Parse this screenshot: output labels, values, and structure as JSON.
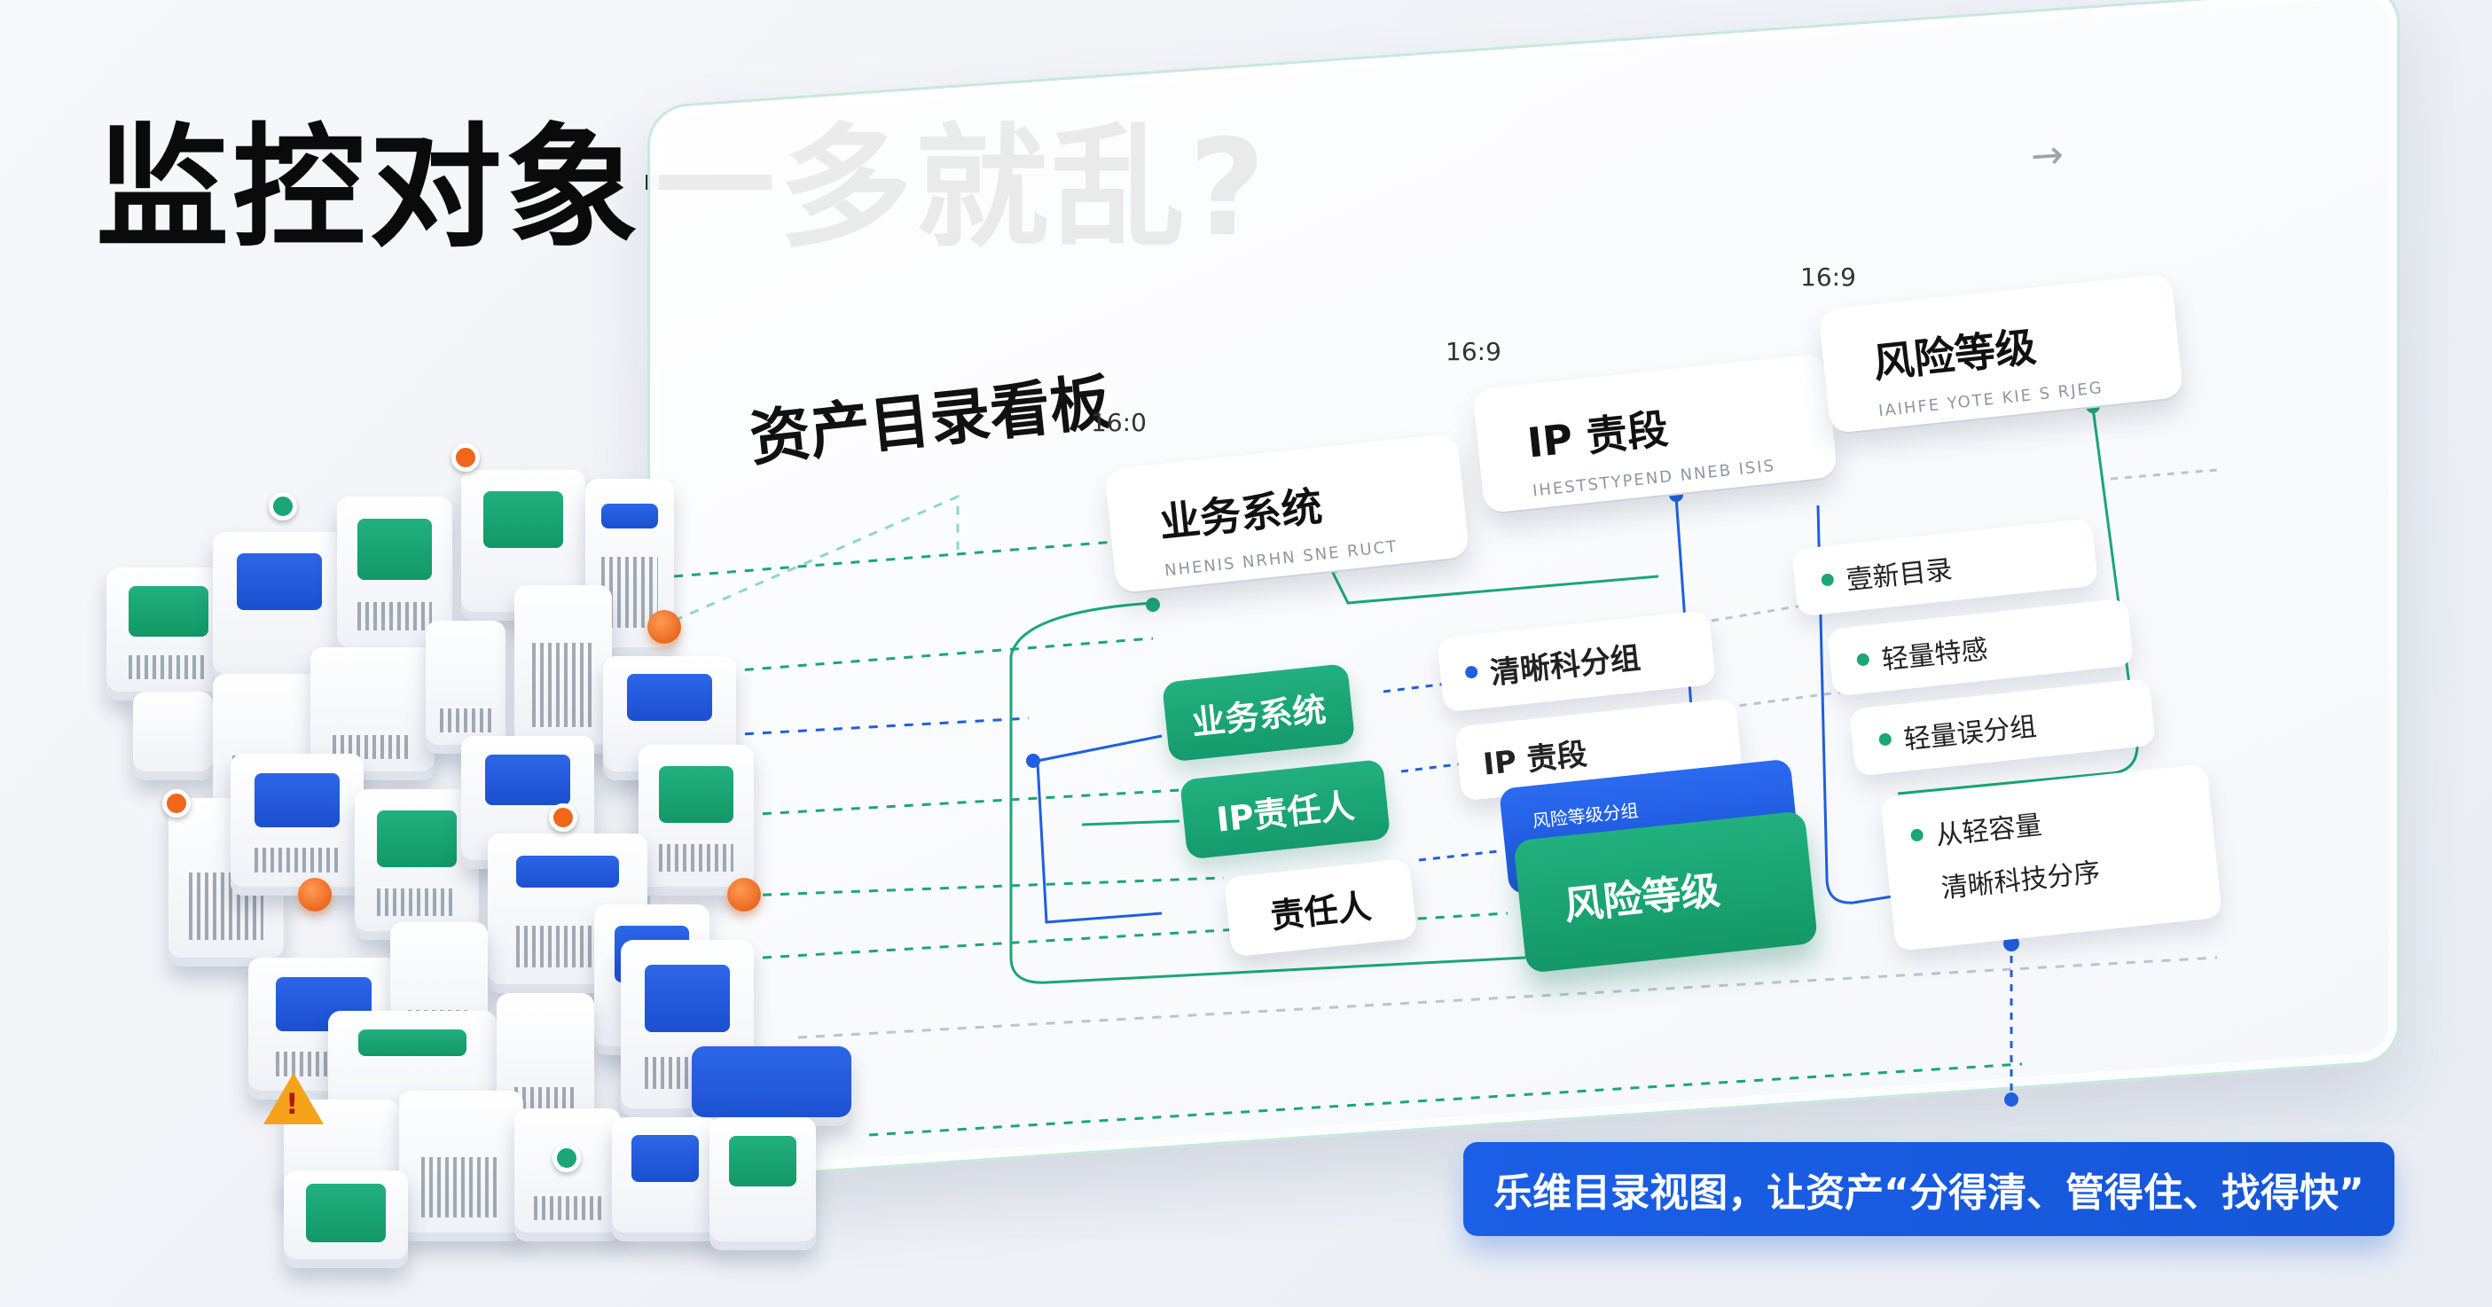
{
  "headline": "监控对象一多就乱?",
  "board": {
    "title": "资产目录看板",
    "ratios": [
      "16:0",
      "16:9",
      "16:9"
    ]
  },
  "top_cards": [
    {
      "title": "业务系统",
      "sub": "NHENIS NRHN SNE RUCT"
    },
    {
      "title": "IP 责段",
      "sub": "IHESTSTYPEND NNEB ISIS"
    },
    {
      "title": "风险等级",
      "sub": "IAIHFE YOTE KIE S RJEG"
    }
  ],
  "left_pills": [
    {
      "label": "业务系统",
      "style": "green"
    },
    {
      "label": "IP责任人",
      "style": "green"
    },
    {
      "label": "责任人",
      "style": "white"
    }
  ],
  "middle_tags": [
    {
      "label": "清晰科分组",
      "dot": "blue"
    },
    {
      "label": "IP 责段",
      "dot": "none"
    }
  ],
  "risk_card": {
    "back_label": "风险等级分组",
    "front_label": "风险等级"
  },
  "right_tags": [
    {
      "label": "壹新目录"
    },
    {
      "label": "轻量特感"
    },
    {
      "label": "轻量误分组"
    }
  ],
  "right_big_tag": {
    "line1": "从轻容量",
    "line2": "清晰科技分序"
  },
  "banner": "乐维目录视图，让资产“分得清、管得住、找得快”",
  "icons": {
    "arrow": "right-arrow-icon",
    "pins": "map-pin-icon",
    "warning": "warning-triangle-icon"
  },
  "colors": {
    "brand_green": "#1aa775",
    "brand_blue": "#1556d8",
    "accent_orange": "#f0661a"
  }
}
